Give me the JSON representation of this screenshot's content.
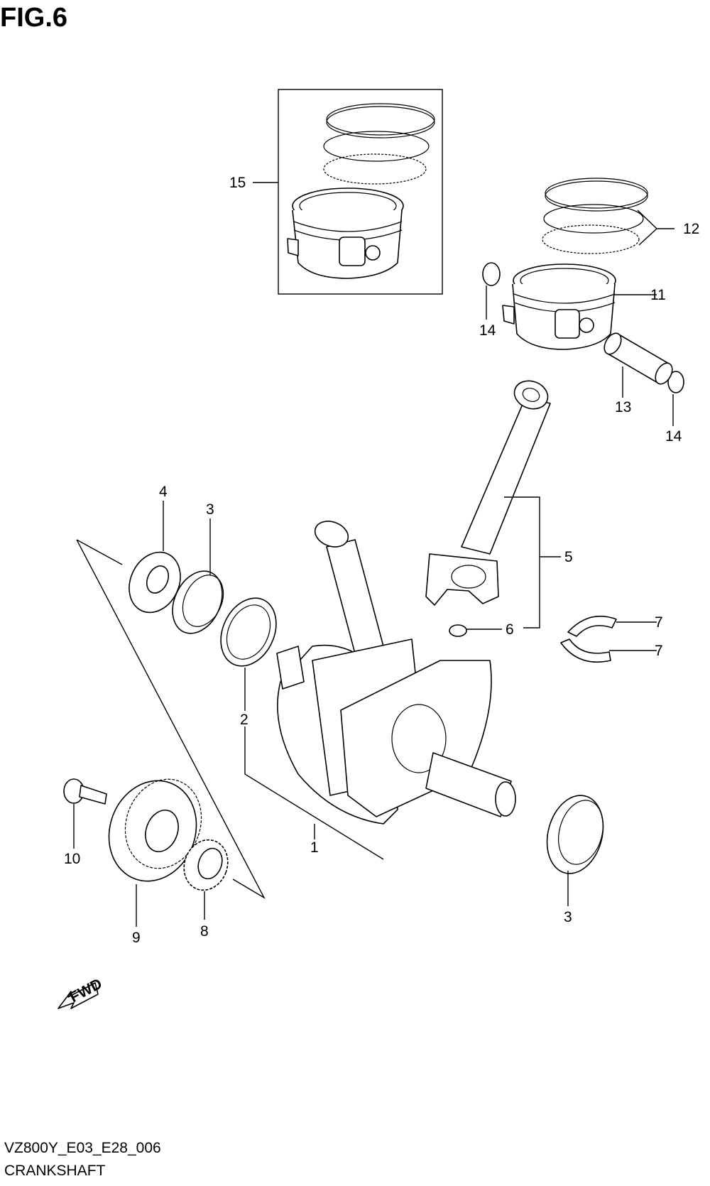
{
  "figure": {
    "title": "FIG.6"
  },
  "callouts": {
    "c1": "1",
    "c2": "2",
    "c3a": "3",
    "c3b": "3",
    "c4": "4",
    "c5": "5",
    "c6": "6",
    "c7a": "7",
    "c7b": "7",
    "c8": "8",
    "c9": "9",
    "c10": "10",
    "c11": "11",
    "c12": "12",
    "c13": "13",
    "c14a": "14",
    "c14b": "14",
    "c15": "15"
  },
  "fwd_label": "FWD",
  "footer": {
    "code": "VZ800Y_E03_E28_006",
    "title": "CRANKSHAFT"
  }
}
